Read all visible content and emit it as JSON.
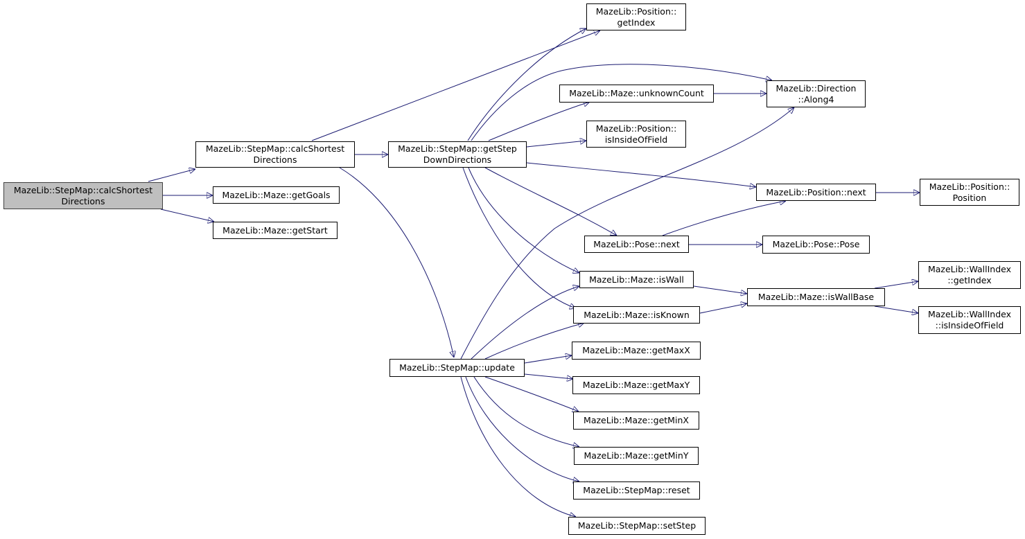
{
  "graph": {
    "edge_color": "#191970",
    "root_fill": "#bfbfbf",
    "nodes": [
      {
        "id": "root",
        "lines": [
          "MazeLib::StepMap::calcShortest",
          "Directions"
        ]
      },
      {
        "id": "calc2",
        "lines": [
          "MazeLib::StepMap::calcShortest",
          "Directions"
        ]
      },
      {
        "id": "getGoals",
        "lines": [
          "MazeLib::Maze::getGoals"
        ]
      },
      {
        "id": "getStart",
        "lines": [
          "MazeLib::Maze::getStart"
        ]
      },
      {
        "id": "getStep",
        "lines": [
          "MazeLib::StepMap::getStep",
          "DownDirections"
        ]
      },
      {
        "id": "update",
        "lines": [
          "MazeLib::StepMap::update"
        ]
      },
      {
        "id": "posGetIndex",
        "lines": [
          "MazeLib::Position::",
          "getIndex"
        ]
      },
      {
        "id": "unknownCount",
        "lines": [
          "MazeLib::Maze::unknownCount"
        ]
      },
      {
        "id": "posInside",
        "lines": [
          "MazeLib::Position::",
          "isInsideOfField"
        ]
      },
      {
        "id": "poseNext",
        "lines": [
          "MazeLib::Pose::next"
        ]
      },
      {
        "id": "isWall",
        "lines": [
          "MazeLib::Maze::isWall"
        ]
      },
      {
        "id": "isKnown",
        "lines": [
          "MazeLib::Maze::isKnown"
        ]
      },
      {
        "id": "getMaxX",
        "lines": [
          "MazeLib::Maze::getMaxX"
        ]
      },
      {
        "id": "getMaxY",
        "lines": [
          "MazeLib::Maze::getMaxY"
        ]
      },
      {
        "id": "getMinX",
        "lines": [
          "MazeLib::Maze::getMinX"
        ]
      },
      {
        "id": "getMinY",
        "lines": [
          "MazeLib::Maze::getMinY"
        ]
      },
      {
        "id": "reset",
        "lines": [
          "MazeLib::StepMap::reset"
        ]
      },
      {
        "id": "setStep",
        "lines": [
          "MazeLib::StepMap::setStep"
        ]
      },
      {
        "id": "along4",
        "lines": [
          "MazeLib::Direction",
          "::Along4"
        ]
      },
      {
        "id": "posNext",
        "lines": [
          "MazeLib::Position::next"
        ]
      },
      {
        "id": "pose",
        "lines": [
          "MazeLib::Pose::Pose"
        ]
      },
      {
        "id": "isWallBase",
        "lines": [
          "MazeLib::Maze::isWallBase"
        ]
      },
      {
        "id": "position",
        "lines": [
          "MazeLib::Position::",
          "Position"
        ]
      },
      {
        "id": "wiGetIndex",
        "lines": [
          "MazeLib::WallIndex",
          "::getIndex"
        ]
      },
      {
        "id": "wiInside",
        "lines": [
          "MazeLib::WallIndex",
          "::isInsideOfField"
        ]
      }
    ]
  }
}
